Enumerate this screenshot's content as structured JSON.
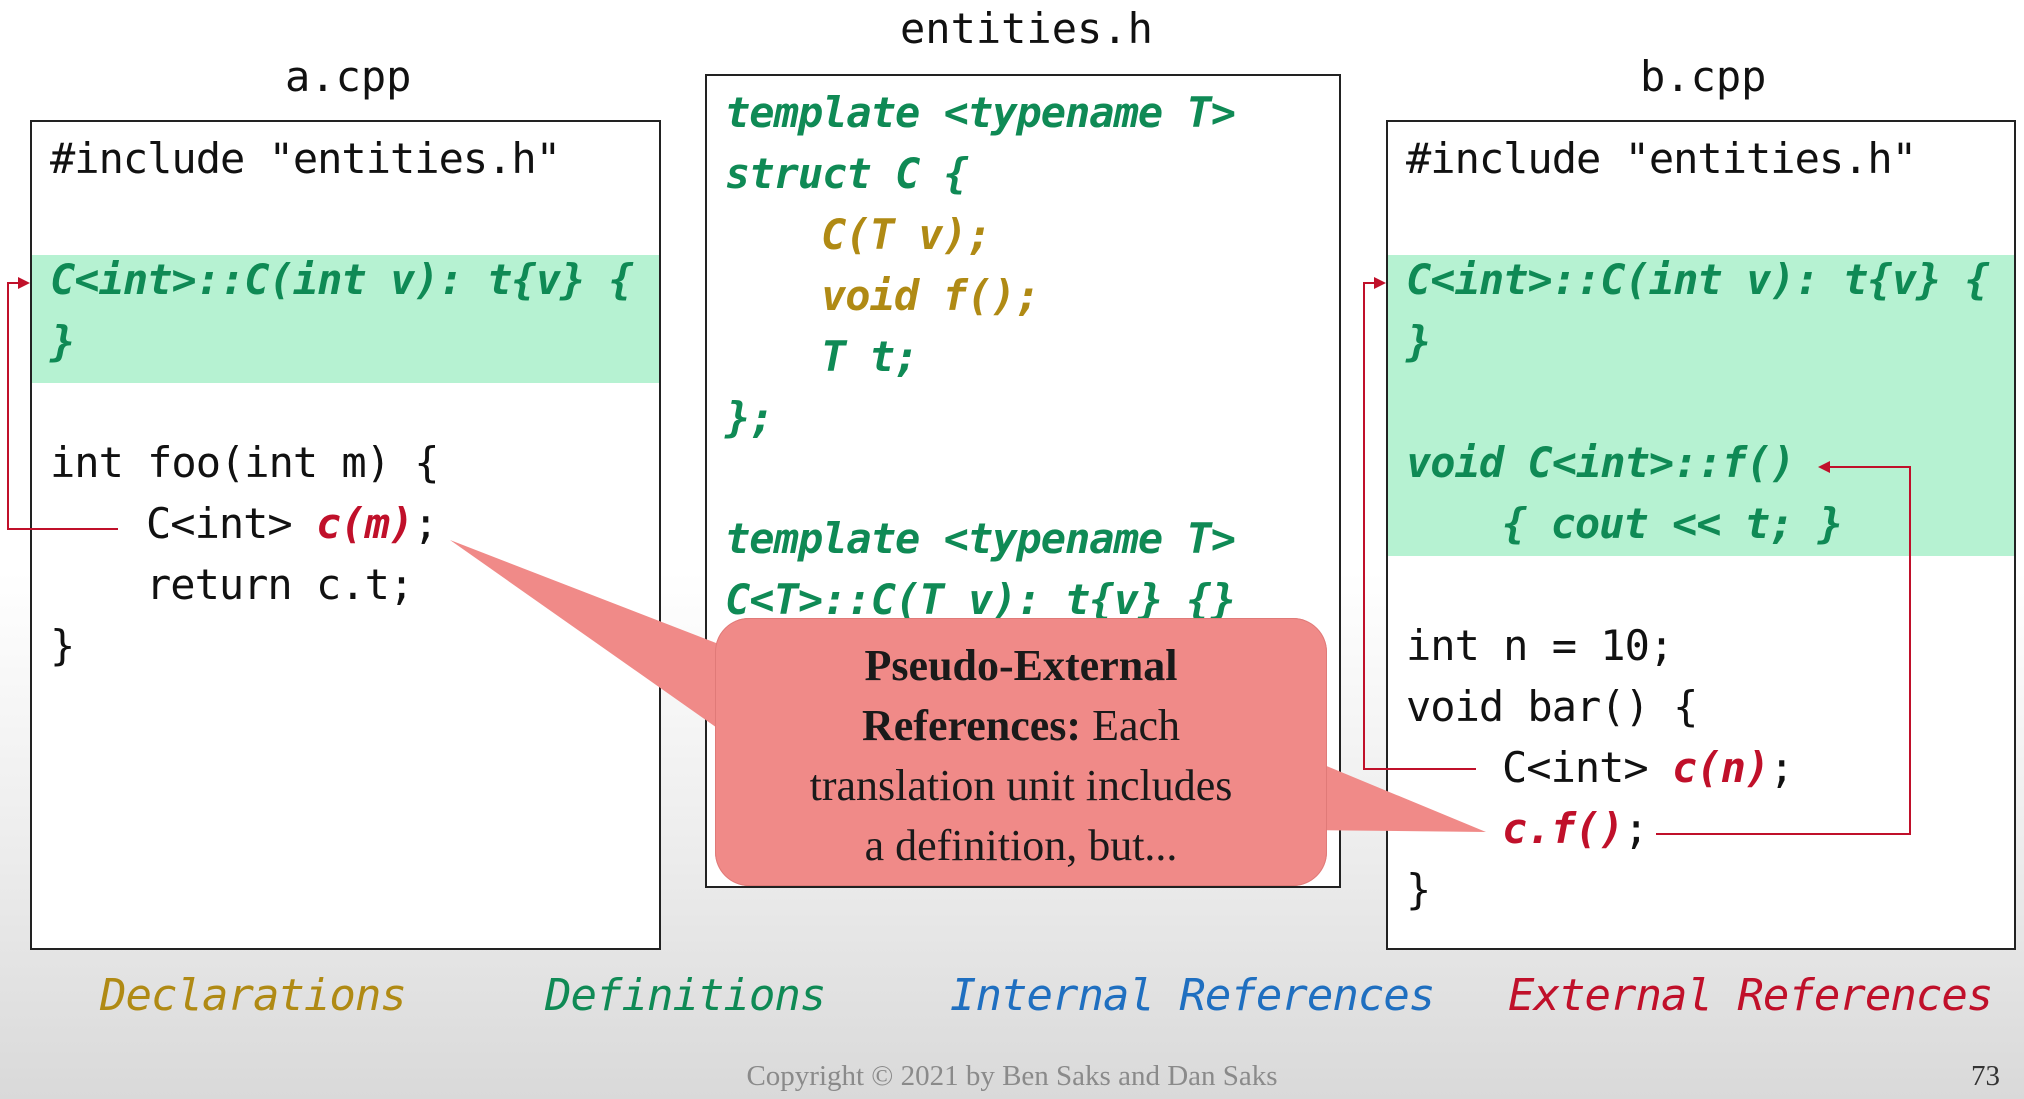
{
  "titles": {
    "left": "a.cpp",
    "middle": "entities.h",
    "right": "b.cpp"
  },
  "a_cpp": {
    "include": "#include \"entities.h\"",
    "ctor_def_line1": "C<int>::C(int v): t{v} {",
    "ctor_def_line2": "}",
    "foo_sig": "int foo(int m) {",
    "foo_decl_type": "C<int> ",
    "foo_decl_obj": "c(m)",
    "foo_decl_semi": ";",
    "foo_return": "return c.t;",
    "foo_close": "}"
  },
  "entities_h": {
    "line1": "template <typename T>",
    "line2": "struct C {",
    "member_ctor": "C(T v);",
    "member_f": "void f();",
    "member_t": "T t;",
    "close": "};",
    "line7": "template <typename T>",
    "line8": "C<T>::C(T v): t{v} {}"
  },
  "b_cpp": {
    "include": "#include \"entities.h\"",
    "ctor_def_line1": "C<int>::C(int v): t{v} {",
    "ctor_def_line2": "}",
    "f_def_line1": "void C<int>::f()",
    "f_def_line2": "{ cout << t; }",
    "n_decl": "int n = 10;",
    "bar_sig": "void bar() {",
    "bar_decl_type": "C<int> ",
    "bar_decl_obj": "c(n)",
    "bar_decl_semi": ";",
    "bar_call": "c.f()",
    "bar_call_semi": ";",
    "bar_close": "}"
  },
  "callout": {
    "bold": "Pseudo-External References:",
    "bold_line1": "Pseudo-External",
    "bold_line2": "References:",
    "text_line2_rest": " Each",
    "text_line3": "translation unit includes",
    "text_line4": "a definition, but..."
  },
  "legend": {
    "declarations": "Declarations",
    "definitions": "Definitions",
    "internal_refs": "Internal References",
    "external_refs": "External References"
  },
  "colors": {
    "declarations": "#b08a14",
    "definitions": "#0f8a55",
    "internal_refs": "#1f6fc0",
    "external_refs": "#c0102a",
    "definition_highlight": "#b6f2d2",
    "callout": "#f08a88"
  },
  "footer": {
    "copyright": "Copyright © 2021 by Ben Saks and Dan Saks",
    "page_number": "73"
  }
}
